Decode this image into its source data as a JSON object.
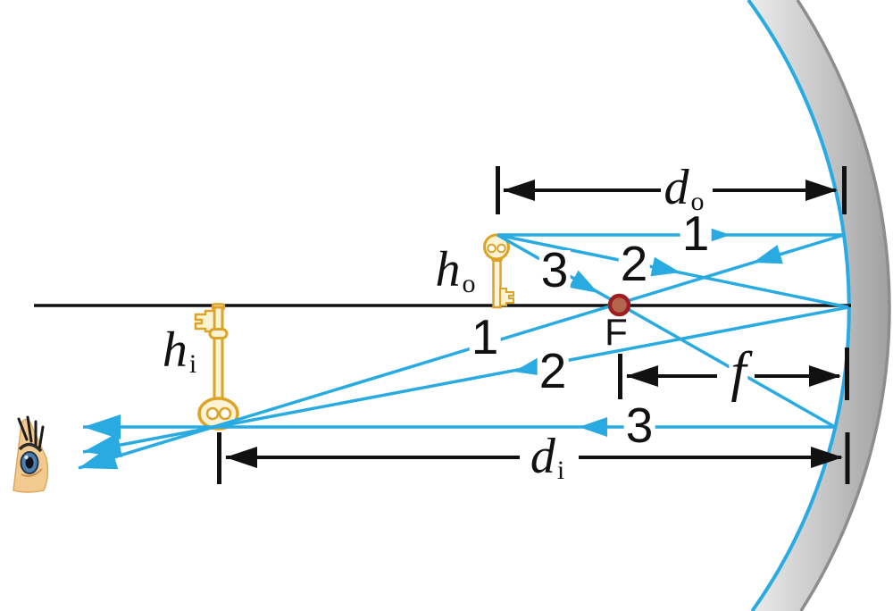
{
  "figure": {
    "labels": {
      "object_distance": {
        "base": "d",
        "sub": "o"
      },
      "image_distance": {
        "base": "d",
        "sub": "i"
      },
      "object_height": {
        "base": "h",
        "sub": "o"
      },
      "image_height": {
        "base": "h",
        "sub": "i"
      },
      "focal_length": {
        "base": "f"
      },
      "focal_point": "F",
      "rays": {
        "ray1": "1",
        "ray2": "2",
        "ray3": "3"
      }
    },
    "colors": {
      "ray": "#29abe2",
      "ink": "#111111",
      "focal_dot_fill": "#b2664d",
      "focal_dot_ring": "#9e1d20",
      "key_fill": "#fcf3d5",
      "key_stroke": "#dca326",
      "mirror_light": "#ededed",
      "mirror_mid": "#c4c4c4",
      "mirror_dark": "#9e9e9e",
      "mirror_edge": "#8d8d8d",
      "eye_skin": "#f2c98e",
      "eye_iris": "#4d7fae"
    }
  }
}
